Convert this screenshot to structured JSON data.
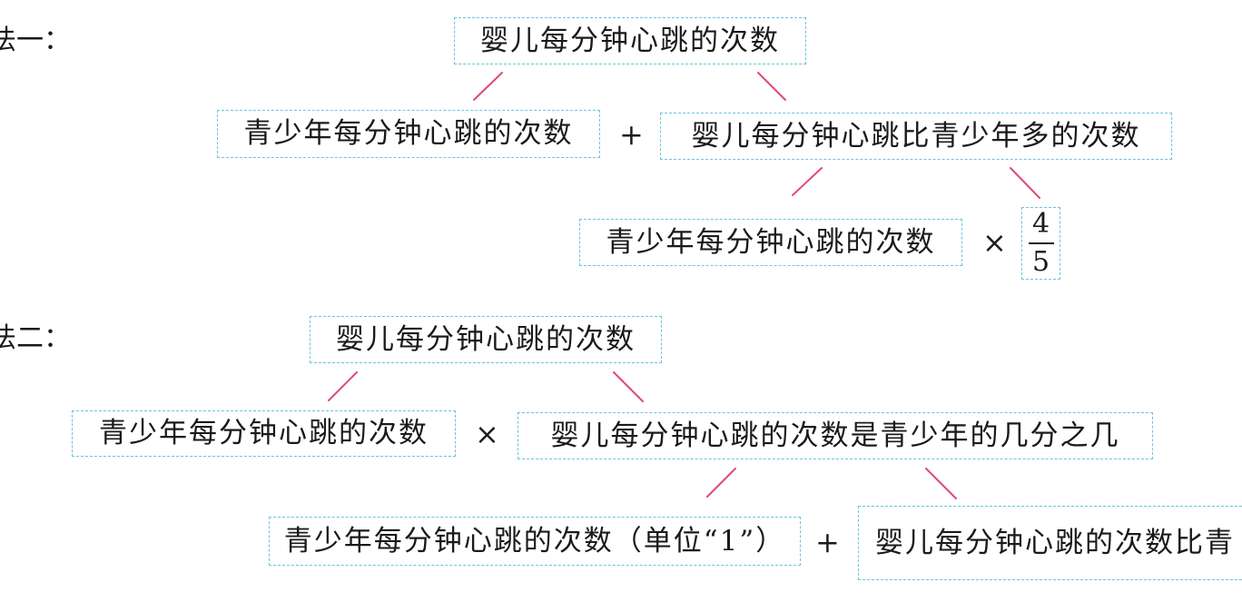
{
  "colors": {
    "box_border": "#6cc4dd",
    "connector": "#e0487a",
    "text": "#1a1a1a"
  },
  "method1": {
    "label": "法一：",
    "root": "婴儿每分钟心跳的次数",
    "left": "青少年每分钟心跳的次数",
    "op1": "+",
    "right": "婴儿每分钟心跳比青少年多的次数",
    "sub_left": "青少年每分钟心跳的次数",
    "op2": "×",
    "fraction": {
      "numerator": "4",
      "denominator": "5"
    }
  },
  "method2": {
    "label": "法二：",
    "root": "婴儿每分钟心跳的次数",
    "left": "青少年每分钟心跳的次数",
    "op1": "×",
    "right": "婴儿每分钟心跳的次数是青少年的几分之几",
    "sub_left": "青少年每分钟心跳的次数（单位“1”）",
    "op2": "+",
    "sub_right": "婴儿每分钟心跳的次数比青"
  }
}
